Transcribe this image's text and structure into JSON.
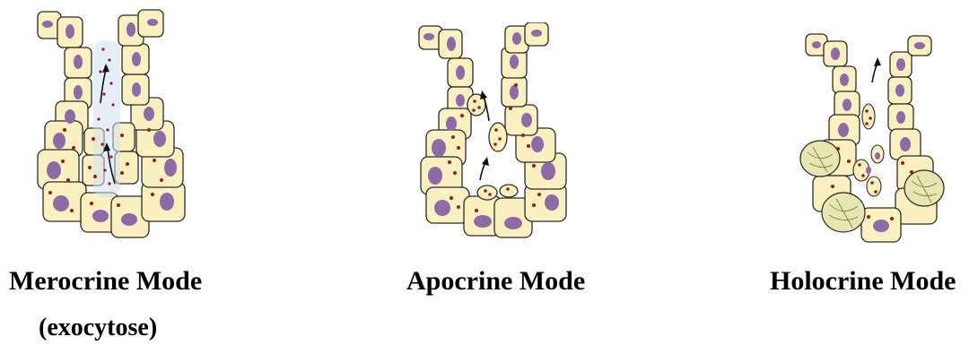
{
  "figure": {
    "panels": [
      {
        "id": "merocrine",
        "caption": "Merocrine Mode",
        "subcaption": "(exocytose)"
      },
      {
        "id": "apocrine",
        "caption": "Apocrine Mode"
      },
      {
        "id": "holocrine",
        "caption": "Holocrine Mode"
      }
    ]
  },
  "colors": {
    "cell_fill": "#fbf1c0",
    "cell_stroke": "#2a2a2a",
    "nucleus": "#8e6aa6",
    "granule": "#9b1b1b",
    "lumen_dot": "#9b1b1b",
    "burst_cell": "#e9e5b0"
  }
}
